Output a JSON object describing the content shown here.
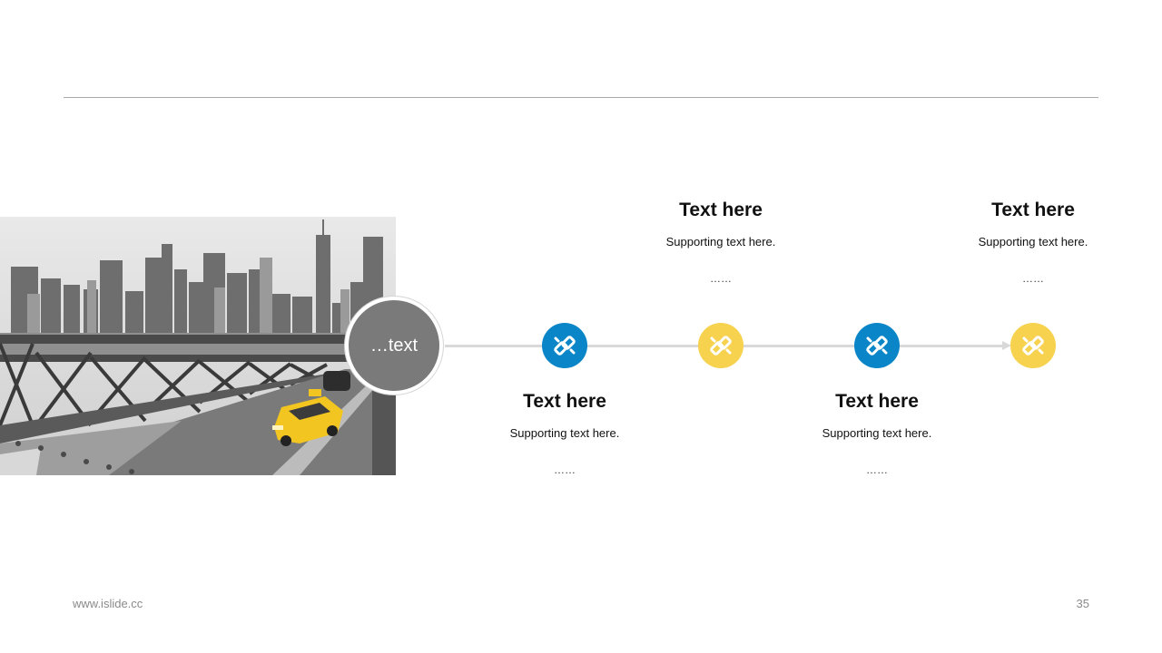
{
  "hub": {
    "label": "…text"
  },
  "steps": [
    {
      "title": "Text here",
      "support": "Supporting  text here.",
      "dots": "……",
      "color": "#0a86c8",
      "icon": "link-connect-icon"
    },
    {
      "title": "Text here",
      "support": "Supporting  text here.",
      "dots": "……",
      "color": "#f6d24e",
      "icon": "link-connect-icon"
    },
    {
      "title": "Text here",
      "support": "Supporting  text here.",
      "dots": "……",
      "color": "#0a86c8",
      "icon": "link-connect-icon"
    },
    {
      "title": "Text here",
      "support": "Supporting  text here.",
      "dots": "……",
      "color": "#f6d24e",
      "icon": "link-connect-icon"
    }
  ],
  "footer": {
    "url": "www.islide.cc",
    "page": "35"
  }
}
